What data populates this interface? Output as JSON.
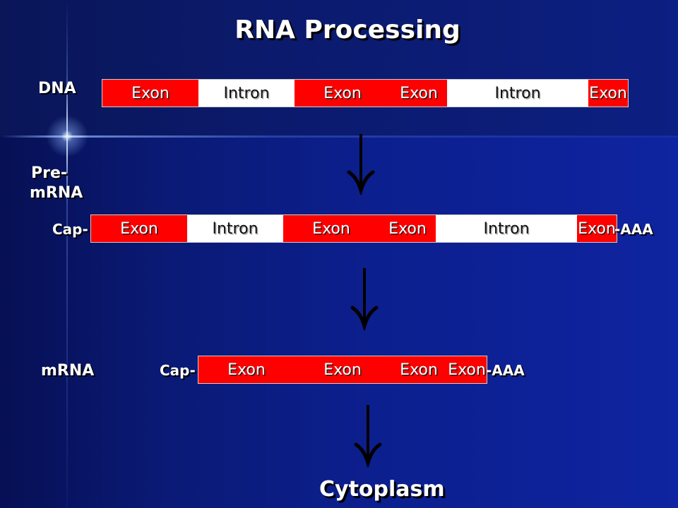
{
  "title": "RNA Processing",
  "rows": {
    "dna": {
      "label": "DNA",
      "segments": [
        {
          "type": "exon",
          "text": "Exon"
        },
        {
          "type": "intron",
          "text": "Intron"
        },
        {
          "type": "exon",
          "text": "Exon"
        },
        {
          "type": "exon",
          "text": "Exon"
        },
        {
          "type": "intron",
          "text": "Intron"
        },
        {
          "type": "exon",
          "text": "Exon"
        }
      ]
    },
    "premrna": {
      "label_line1": "Pre-",
      "label_line2": "mRNA",
      "cap": "Cap-",
      "tail": "-AAA",
      "segments": [
        {
          "type": "exon",
          "text": "Exon"
        },
        {
          "type": "intron",
          "text": "Intron"
        },
        {
          "type": "exon",
          "text": "Exon"
        },
        {
          "type": "exon",
          "text": "Exon"
        },
        {
          "type": "intron",
          "text": "Intron"
        },
        {
          "type": "exon",
          "text": "Exon"
        }
      ]
    },
    "mrna": {
      "label": "mRNA",
      "cap": "Cap-",
      "tail": "-AAA",
      "segments": [
        {
          "type": "exon",
          "text": "Exon"
        },
        {
          "type": "exon",
          "text": "Exon"
        },
        {
          "type": "exon",
          "text": "Exon"
        },
        {
          "type": "exon",
          "text": "Exon"
        }
      ]
    }
  },
  "destination": "Cytoplasm",
  "colors": {
    "exon": "#ff0000",
    "intron": "#ffffff",
    "background": "#0c1f82"
  },
  "icons": [
    "down-arrow-icon",
    "lens-flare"
  ]
}
